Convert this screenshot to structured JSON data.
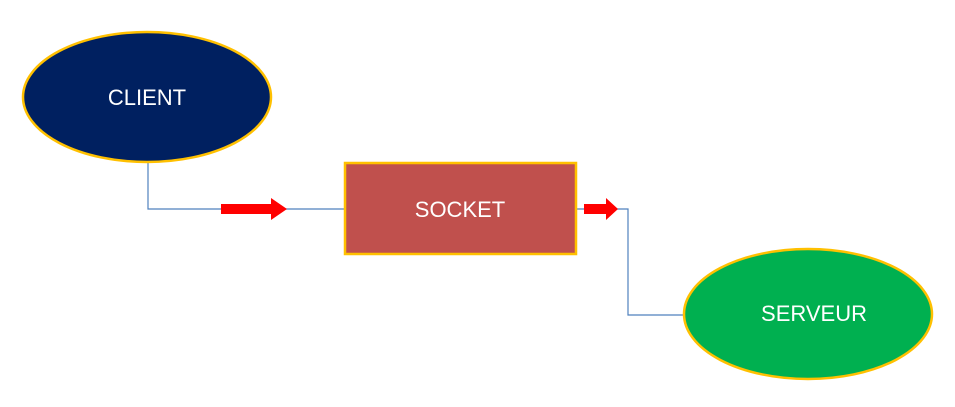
{
  "nodes": {
    "client": {
      "label": "CLIENT",
      "fill": "#002060",
      "stroke": "#FFC000"
    },
    "socket": {
      "label": "SOCKET",
      "fill": "#C0504D",
      "stroke": "#FFC000"
    },
    "server": {
      "label": "SERVEUR",
      "fill": "#00B050",
      "stroke": "#FFC000"
    }
  },
  "connectors": {
    "line_color": "#4F81BD",
    "arrow_color": "#FF0000"
  }
}
